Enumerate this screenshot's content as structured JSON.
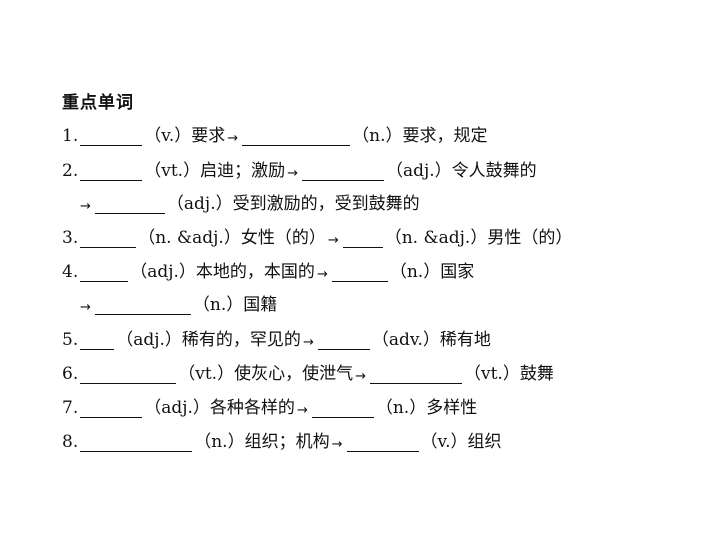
{
  "heading": "重点单词",
  "lines": [
    {
      "num": "1.",
      "p1": "（v.）要求",
      "p2": "（n.）要求，规定"
    },
    {
      "num": "2.",
      "p1": "（vt.）启迪；激励",
      "p2": "（adj.）令人鼓舞的"
    },
    {
      "p2": "（adj.）受到激励的，受到鼓舞的"
    },
    {
      "num": "3.",
      "p1": "（n. &adj.）女性（的）",
      "p2": "（n. &adj.）男性（的）"
    },
    {
      "num": "4.",
      "p1": "（adj.）本地的，本国的",
      "p2": "（n.）国家"
    },
    {
      "p2": "（n.）国籍"
    },
    {
      "num": "5.",
      "p1": "（adj.）稀有的，罕见的",
      "p2": "（adv.）稀有地"
    },
    {
      "num": "6.",
      "p1": "（vt.）使灰心，使泄气",
      "p2": "（vt.）鼓舞"
    },
    {
      "num": "7.",
      "p1": "（adj.）各种各样的",
      "p2": "（n.）多样性"
    },
    {
      "num": "8.",
      "p1": "（n.）组织；机构",
      "p2": "（v.）组织"
    }
  ],
  "arrow": "→"
}
